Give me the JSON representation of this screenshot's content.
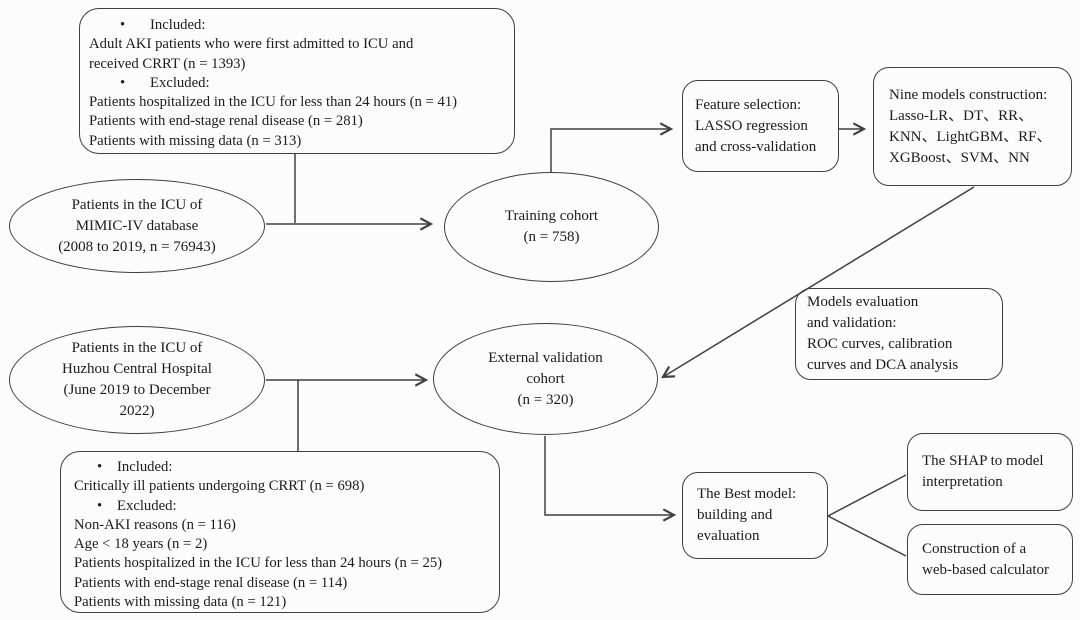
{
  "colors": {
    "line": "#3f3f3f",
    "background": "#fcfcfc",
    "text": "#1c1c1c"
  },
  "glyphs": {
    "bullet": "•"
  },
  "flowchart": {
    "mimic_criteria": {
      "included_label": "Included:",
      "included_item": "Adult AKI patients who were first admitted to ICU and\nreceived CRRT (n = 1393)",
      "excluded_label": "Excluded:",
      "excluded_items": [
        "Patients hospitalized in the ICU for less than 24 hours (n = 41)",
        "Patients with end-stage renal disease (n = 281)",
        "Patients with missing data (n = 313)"
      ]
    },
    "mimic_source": "Patients in the ICU of\nMIMIC-IV database\n(2008 to 2019, n = 76943)",
    "training_cohort": "Training cohort\n(n = 758)",
    "feature_selection": "Feature selection:\nLASSO regression\nand cross-validation",
    "nine_models": "Nine models construction:\nLasso-LR、DT、RR、\nKNN、LightGBM、RF、\nXGBoost、SVM、NN",
    "models_evaluation": "Models evaluation\nand validation:\nROC curves, calibration\ncurves and DCA analysis",
    "huzhou_source": "Patients in the ICU of\nHuzhou Central Hospital\n(June 2019 to December\n2022)",
    "external_cohort": "External validation\ncohort\n(n = 320)",
    "huzhou_criteria": {
      "included_label": "Included:",
      "included_item": "Critically ill patients undergoing CRRT (n = 698)",
      "excluded_label": "Excluded:",
      "excluded_items": [
        "Non-AKI reasons (n = 116)",
        "Age < 18 years (n = 2)",
        "Patients hospitalized in the ICU for less than 24 hours (n = 25)",
        "Patients with end-stage renal disease (n = 114)",
        "Patients with missing data (n = 121)"
      ]
    },
    "best_model": "The Best model:\nbuilding and\nevaluation",
    "shap": "The SHAP to model\ninterpretation",
    "web_calculator": "Construction of a\nweb-based calculator"
  }
}
